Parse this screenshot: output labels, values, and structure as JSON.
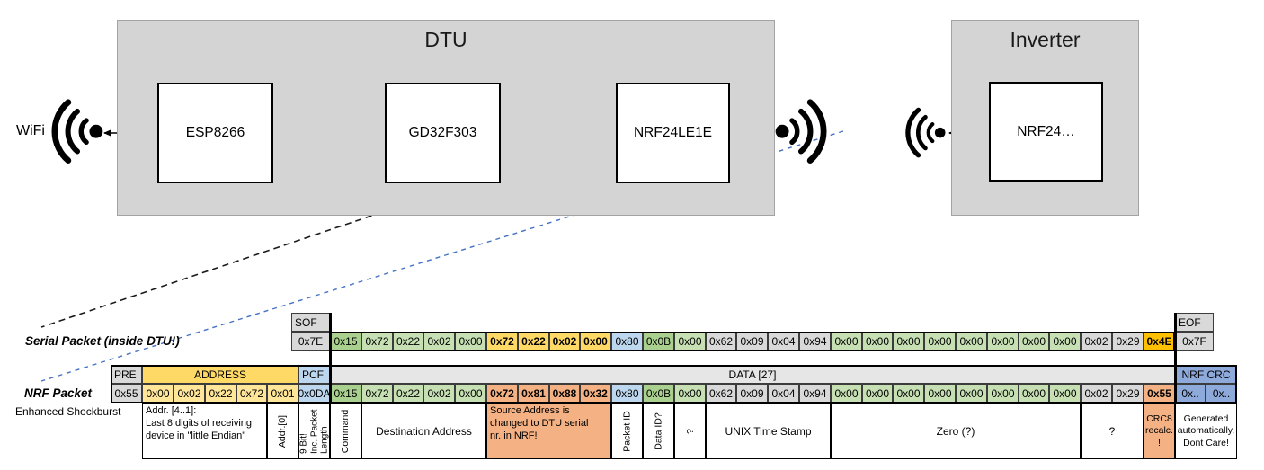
{
  "diagram": {
    "wifi_label": "WiFi",
    "dtu": {
      "title": "DTU",
      "components": [
        {
          "label": "ESP8266"
        },
        {
          "label": "GD32F303"
        },
        {
          "label": "NRF24LE1E"
        }
      ]
    },
    "inverter": {
      "title": "Inverter",
      "components": [
        {
          "label": "NRF24…"
        }
      ]
    },
    "icons": {
      "left_wifi": "wifi-icon",
      "dtu_radio": "wifi-icon",
      "inverter_radio": "wifi-icon"
    },
    "colors": {
      "uart_tx_arrow": "#ED7D31",
      "uart_rx_arrow": "#70AD47",
      "radio_trace_dash": "#4472C4",
      "serial_trace_dash": "#1a1a1a"
    }
  },
  "palette": {
    "gray": "#D9D9D9",
    "data_hdr_gray": "#E7E6E6",
    "green_light": "#C6E0B4",
    "green_med": "#A9D08E",
    "yellow_hdr": "#FFD966",
    "yellow": "#FFE699",
    "gold": "#FFD966",
    "amber": "#FFC000",
    "salmon": "#F4B183",
    "blue_light": "#BDD7EE",
    "blue_med": "#8EAADB",
    "white": "#FFFFFF"
  },
  "serial_packet": {
    "row_label": "Serial Packet (inside DTU!)",
    "sof_header": "SOF",
    "sof_value": "0x7E",
    "eof_header": "EOF",
    "eof_value": "0x7F",
    "bytes": [
      {
        "v": "0x15",
        "c": "green_med"
      },
      {
        "v": "0x72",
        "c": "green_light"
      },
      {
        "v": "0x22",
        "c": "green_light"
      },
      {
        "v": "0x02",
        "c": "green_light"
      },
      {
        "v": "0x00",
        "c": "green_light"
      },
      {
        "v": "0x72",
        "c": "gold",
        "b": 1
      },
      {
        "v": "0x22",
        "c": "gold",
        "b": 1
      },
      {
        "v": "0x02",
        "c": "gold",
        "b": 1
      },
      {
        "v": "0x00",
        "c": "gold",
        "b": 1
      },
      {
        "v": "0x80",
        "c": "blue_light"
      },
      {
        "v": "0x0B",
        "c": "green_med"
      },
      {
        "v": "0x00",
        "c": "green_light"
      },
      {
        "v": "0x62",
        "c": "gray"
      },
      {
        "v": "0x09",
        "c": "gray"
      },
      {
        "v": "0x04",
        "c": "gray"
      },
      {
        "v": "0x94",
        "c": "gray"
      },
      {
        "v": "0x00",
        "c": "green_light"
      },
      {
        "v": "0x00",
        "c": "green_light"
      },
      {
        "v": "0x00",
        "c": "green_light"
      },
      {
        "v": "0x00",
        "c": "green_light"
      },
      {
        "v": "0x00",
        "c": "green_light"
      },
      {
        "v": "0x00",
        "c": "green_light"
      },
      {
        "v": "0x00",
        "c": "green_light"
      },
      {
        "v": "0x00",
        "c": "green_light"
      },
      {
        "v": "0x02",
        "c": "gray"
      },
      {
        "v": "0x29",
        "c": "gray"
      },
      {
        "v": "0x4E",
        "c": "amber",
        "b": 1
      }
    ]
  },
  "nrf_packet": {
    "row_label": "NRF Packet",
    "row_sublabel": "Enhanced Shockburst",
    "pre_header": "PRE",
    "pre_value": "0x55",
    "address_header": "ADDRESS",
    "address_bytes": [
      "0x00",
      "0x02",
      "0x22",
      "0x72",
      "0x01"
    ],
    "pcf_header": "PCF",
    "pcf_value": "0x0DA",
    "data_header": "DATA [27]",
    "crc_header": "NRF CRC",
    "crc_values": [
      "0x..",
      "0x.."
    ],
    "bytes": [
      {
        "v": "0x15",
        "c": "green_med"
      },
      {
        "v": "0x72",
        "c": "green_light"
      },
      {
        "v": "0x22",
        "c": "green_light"
      },
      {
        "v": "0x02",
        "c": "green_light"
      },
      {
        "v": "0x00",
        "c": "green_light"
      },
      {
        "v": "0x72",
        "c": "salmon",
        "b": 1
      },
      {
        "v": "0x81",
        "c": "salmon",
        "b": 1
      },
      {
        "v": "0x88",
        "c": "salmon",
        "b": 1
      },
      {
        "v": "0x32",
        "c": "salmon",
        "b": 1
      },
      {
        "v": "0x80",
        "c": "blue_light"
      },
      {
        "v": "0x0B",
        "c": "green_med"
      },
      {
        "v": "0x00",
        "c": "green_light"
      },
      {
        "v": "0x62",
        "c": "gray"
      },
      {
        "v": "0x09",
        "c": "gray"
      },
      {
        "v": "0x04",
        "c": "gray"
      },
      {
        "v": "0x94",
        "c": "gray"
      },
      {
        "v": "0x00",
        "c": "green_light"
      },
      {
        "v": "0x00",
        "c": "green_light"
      },
      {
        "v": "0x00",
        "c": "green_light"
      },
      {
        "v": "0x00",
        "c": "green_light"
      },
      {
        "v": "0x00",
        "c": "green_light"
      },
      {
        "v": "0x00",
        "c": "green_light"
      },
      {
        "v": "0x00",
        "c": "green_light"
      },
      {
        "v": "0x00",
        "c": "green_light"
      },
      {
        "v": "0x02",
        "c": "gray"
      },
      {
        "v": "0x29",
        "c": "gray"
      },
      {
        "v": "0x55",
        "c": "salmon",
        "b": 1
      }
    ],
    "annotations": {
      "addr41": "Addr. [4..1]:\nLast 8 digits of receiving\ndevice in \"little Endian\"",
      "addr0": "Addr.[0]",
      "pcf": "9 Bit!\nInc. Packet\nLength",
      "command": "Command",
      "dest": "Destination Address",
      "source": "Source Address is\nchanged to DTU serial\nnr. in NRF!",
      "packet_id": "Packet ID",
      "data_id": "Data ID?",
      "q1": "?",
      "unix": "UNIX Time Stamp",
      "zero": "Zero (?)",
      "q2": "?",
      "crc8": "CRC8\nrecalc.\n!",
      "generated": "Generated\nautomatically.\nDont Care!"
    }
  }
}
